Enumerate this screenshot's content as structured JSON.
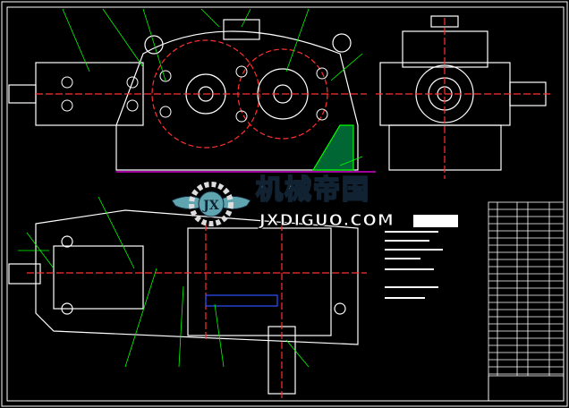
{
  "drawing": {
    "background": "#000000",
    "line_colors": {
      "outline": "#ffffff",
      "center": "#ff3030",
      "leader": "#00ff00",
      "hatch": "#ff00ff",
      "dimension": "#ff00ff",
      "blue": "#3050ff"
    }
  },
  "watermark": {
    "chinese": "机械帝国",
    "english": "JXDIGUO.COM",
    "emblem_letters": "JX",
    "color": "#5fa5b0"
  }
}
